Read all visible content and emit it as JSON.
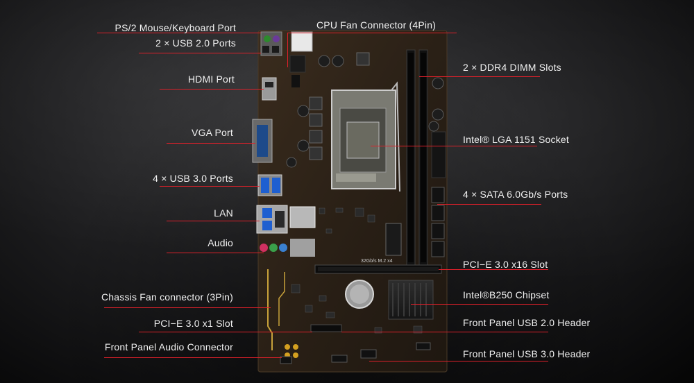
{
  "diagram": {
    "left_labels": [
      "PS/2 Mouse/Keyboard Port",
      "2 × USB 2.0 Ports",
      "HDMI Port",
      "VGA Port",
      "4 × USB 3.0 Ports",
      "LAN",
      "Audio",
      "Chassis Fan connector (3Pin)",
      "PCI−E  3.0 x1  Slot",
      "Front Panel Audio Connector"
    ],
    "right_labels": [
      "CPU Fan Connector (4Pin)",
      "2 × DDR4 DIMM Slots",
      "Intel® LGA 1151 Socket",
      "4 × SATA 6.0Gb/s Ports",
      "PCI−E 3.0 x16 Slot",
      "Intel®B250 Chipset",
      "Front Panel USB 2.0 Header",
      "Front Panel USB 3.0 Header"
    ],
    "board_markings": {
      "m2": "32Gb/s M.2 x4"
    },
    "colors": {
      "pointer_line": "#e0202a",
      "pcb": "#2a2016",
      "text": "#f2f2f2"
    }
  }
}
